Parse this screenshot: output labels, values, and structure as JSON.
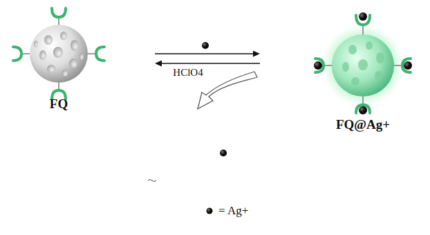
{
  "diagram": {
    "nodes": [
      {
        "text": [
          "FQ"
        ]
      },
      {
        "text": [
          "FQ@Ag+"
        ]
      }
    ],
    "edges": [
      {
        "from": 0,
        "to": 1,
        "arrow": "to"
      },
      {
        "from": 1,
        "to": 0,
        "label": "HClO4",
        "arrow": "to"
      }
    ],
    "legend": [
      {
        "text": "= Ag+"
      }
    ]
  }
}
